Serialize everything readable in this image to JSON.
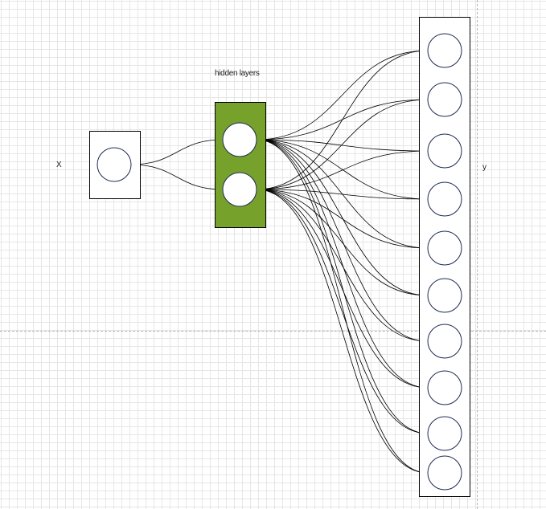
{
  "labels": {
    "input": "X",
    "hidden": "hidden layers",
    "output": "y"
  },
  "diagram": {
    "input_nodes": 1,
    "hidden_nodes": 2,
    "output_nodes": 10,
    "colors": {
      "hidden_layer_fill": "#76a22c",
      "node_stroke": "#1f2a55",
      "box_stroke": "#000000",
      "edge_stroke": "#000000",
      "node_fill": "#ffffff"
    }
  }
}
